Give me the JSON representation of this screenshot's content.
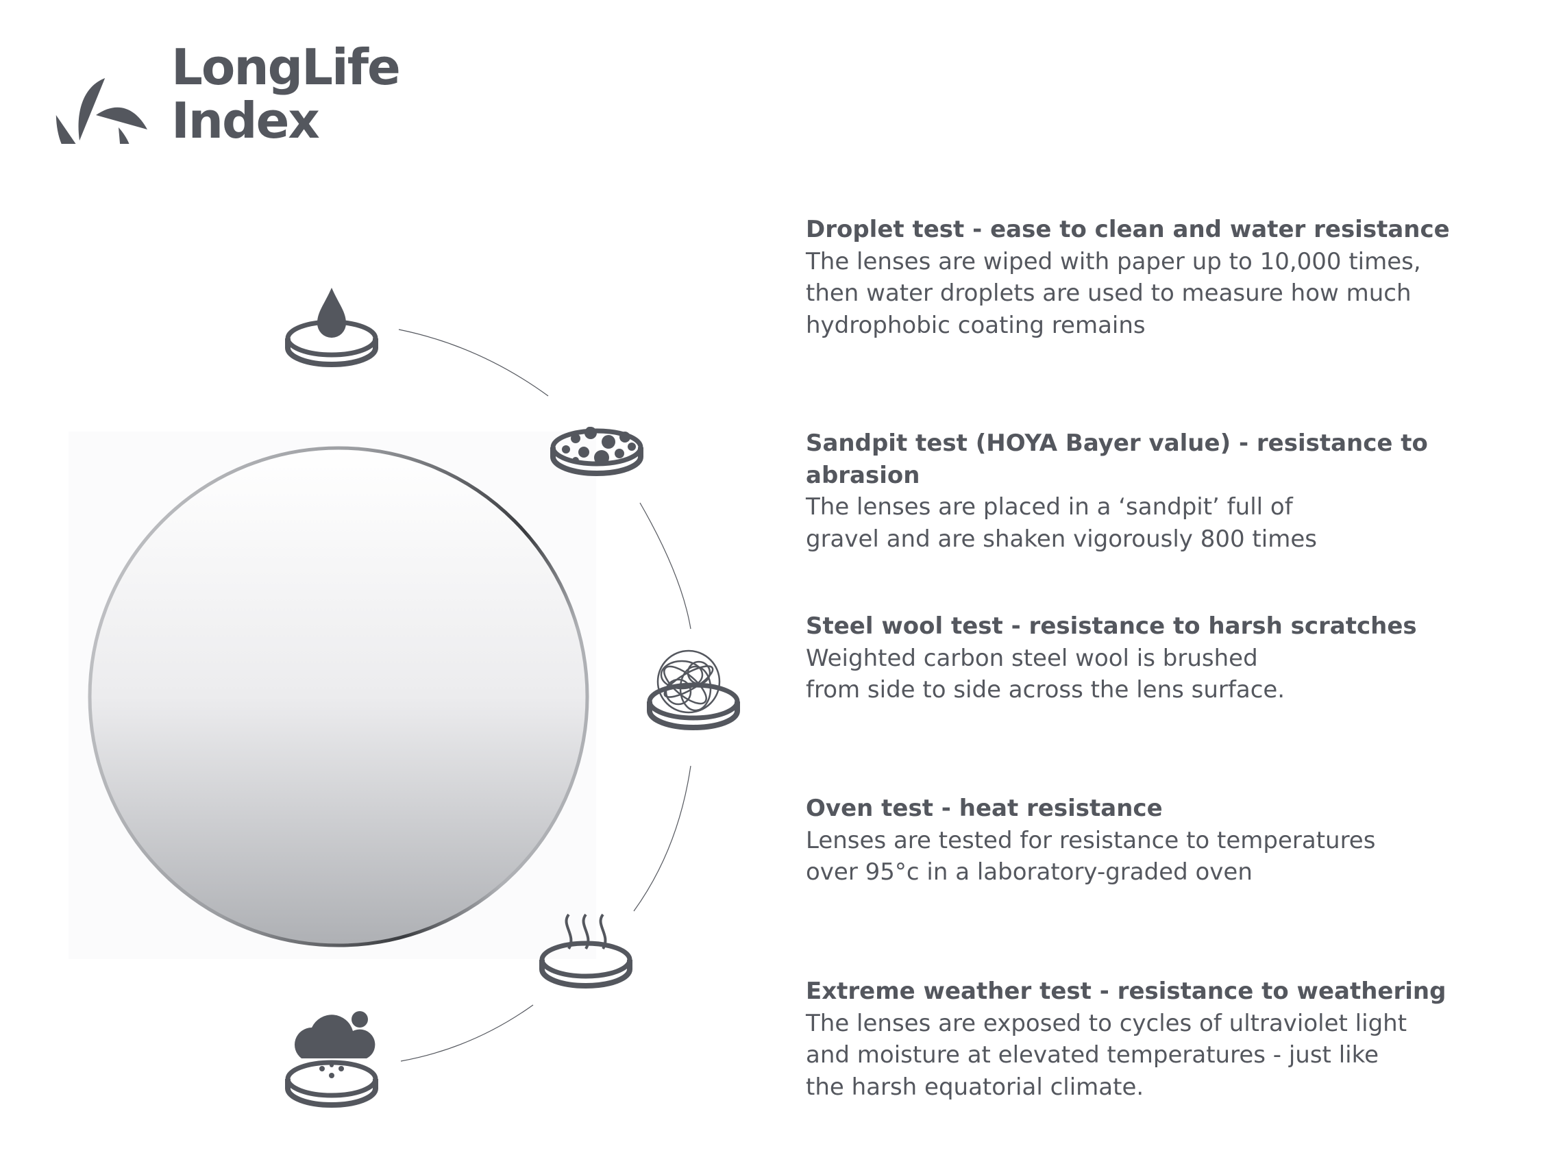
{
  "brand": {
    "name_line1": "LongLife",
    "name_line2": "Index",
    "color": "#54575e"
  },
  "tests": [
    {
      "icon": "droplet-icon",
      "title": "Droplet test - ease to clean and water resistance",
      "lines": [
        "The lenses are wiped with paper up to 10,000 times,",
        "then water droplets are used to measure how much",
        "hydrophobic coating remains"
      ]
    },
    {
      "icon": "sandpit-icon",
      "title": "Sandpit test (HOYA Bayer value) - resistance  to abrasion",
      "lines": [
        "The lenses are placed in a ‘sandpit’ full of",
        "gravel and are shaken vigorously 800 times"
      ]
    },
    {
      "icon": "steel-wool-icon",
      "title": "Steel wool test - resistance to harsh scratches",
      "lines": [
        "Weighted carbon steel wool is brushed",
        "from side to side across the lens surface."
      ]
    },
    {
      "icon": "oven-heat-icon",
      "title": "Oven test - heat resistance",
      "lines": [
        "Lenses are tested for resistance to temperatures",
        "over 95°c in a laboratory-graded oven"
      ]
    },
    {
      "icon": "weather-icon",
      "title": "Extreme weather test - resistance to weathering",
      "lines": [
        "The lenses are exposed to cycles of ultraviolet light",
        "and moisture at elevated temperatures - just like",
        "the harsh equatorial climate."
      ]
    }
  ]
}
